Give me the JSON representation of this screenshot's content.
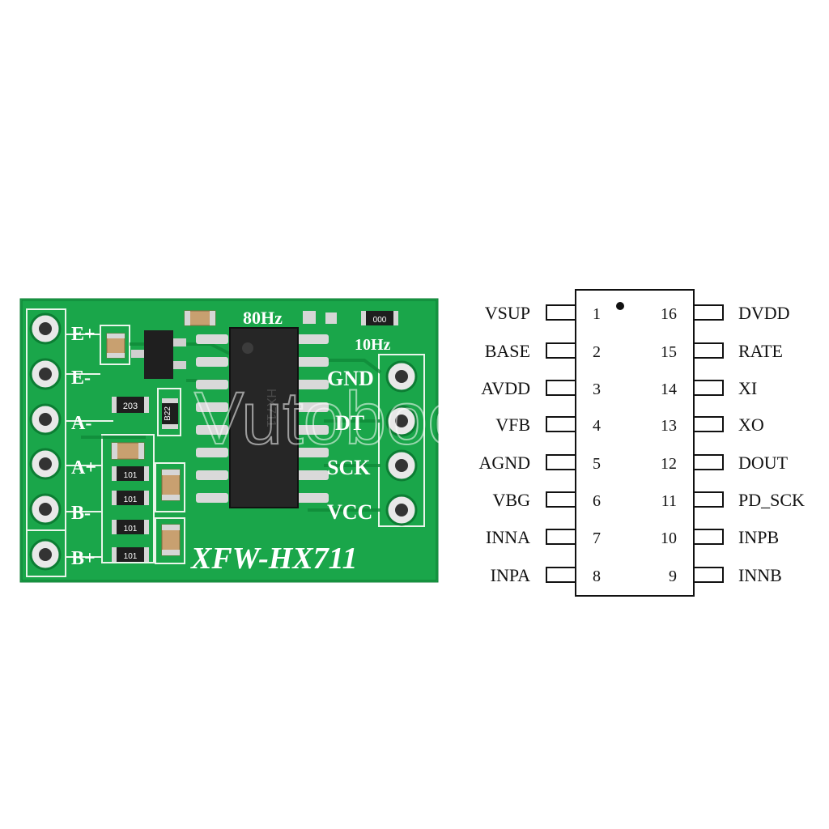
{
  "board": {
    "title": "XFW-HX711",
    "freq_high": "80Hz",
    "freq_low": "10Hz",
    "left_pins": [
      "E+",
      "E-",
      "A-",
      "A+",
      "B-",
      "B+"
    ],
    "right_pins": [
      "GND",
      "DT",
      "SCK",
      "VCC"
    ],
    "resistor_codes": [
      "203",
      "101",
      "101",
      "101",
      "101",
      "000"
    ],
    "chip_marking": "HX711",
    "transistor_marking": "B22",
    "pcb_color": "#1aa64a"
  },
  "watermark": "Vutobochm",
  "pinout": {
    "left": [
      {
        "num": "1",
        "name": "VSUP"
      },
      {
        "num": "2",
        "name": "BASE"
      },
      {
        "num": "3",
        "name": "AVDD"
      },
      {
        "num": "4",
        "name": "VFB"
      },
      {
        "num": "5",
        "name": "AGND"
      },
      {
        "num": "6",
        "name": "VBG"
      },
      {
        "num": "7",
        "name": "INNA"
      },
      {
        "num": "8",
        "name": "INPA"
      }
    ],
    "right": [
      {
        "num": "16",
        "name": "DVDD"
      },
      {
        "num": "15",
        "name": "RATE"
      },
      {
        "num": "14",
        "name": "XI"
      },
      {
        "num": "13",
        "name": "XO"
      },
      {
        "num": "12",
        "name": "DOUT"
      },
      {
        "num": "11",
        "name": "PD_SCK"
      },
      {
        "num": "10",
        "name": "INPB"
      },
      {
        "num": "9",
        "name": "INNB"
      }
    ]
  }
}
